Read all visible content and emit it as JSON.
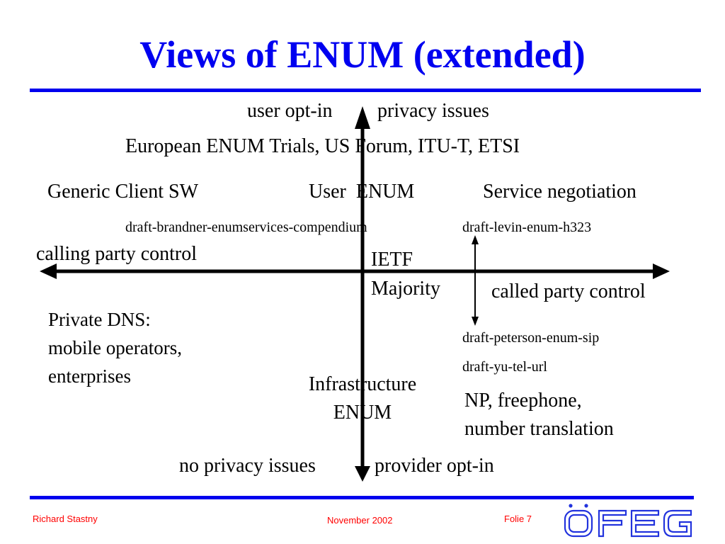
{
  "slide": {
    "title": "Views of ENUM (extended)",
    "colors": {
      "title": "#0000f0",
      "rules": "#0000ee",
      "footer": "#ff0000",
      "logo": "#2233dd"
    }
  },
  "diagram": {
    "top_left": "user opt-in",
    "top_right": "privacy issues",
    "bottom_left": "no privacy issues",
    "bottom_right": "provider opt-in",
    "left_axis": "calling party control",
    "right_axis": "called party control",
    "center_line1": "IETF",
    "center_line2": "Majority",
    "bodies": "European ENUM Trials, US Forum, ITU-T, ETSI",
    "row_generic": "Generic Client SW",
    "row_user": "User  ENUM",
    "row_service": "Service negotiation",
    "draft_brandner": "draft-brandner-enumservices-compendium",
    "draft_levin": "draft-levin-enum-h323",
    "draft_peterson": "draft-peterson-enum-sip",
    "draft_yu": "draft-yu-tel-url",
    "private_dns": "Private DNS:\nmobile operators,\nenterprises",
    "infrastructure": "Infrastructure\nENUM",
    "np": "NP, freephone,\nnumber translation"
  },
  "footer": {
    "author": "Richard Stastny",
    "date": "November 2002",
    "folio": "Folie 7",
    "logo_text": "ÖFEG"
  }
}
